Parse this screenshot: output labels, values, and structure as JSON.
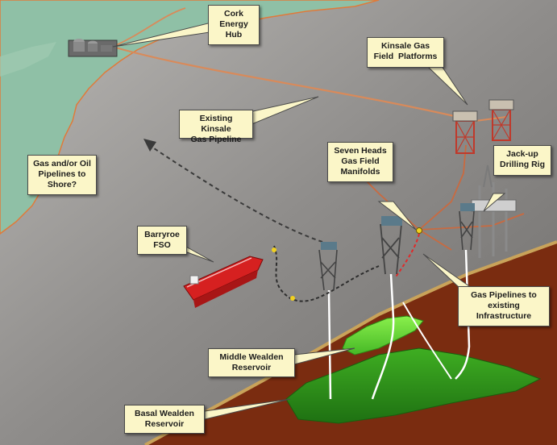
{
  "labels": {
    "cork_hub": [
      "Cork",
      "Energy",
      "Hub"
    ],
    "kinsale_platforms": [
      "Kinsale Gas",
      "Field  Platforms"
    ],
    "kinsale_pipeline": [
      "Existing Kinsale",
      "Gas Pipeline"
    ],
    "pipelines_to_shore": [
      "Gas and/or Oil",
      "Pipelines to",
      "Shore?"
    ],
    "seven_heads": [
      "Seven Heads",
      "Gas Field",
      "Manifolds"
    ],
    "jackup_rig": [
      "Jack-up",
      "Drilling Rig"
    ],
    "barryroe_fso": [
      "Barryroe",
      "FSO"
    ],
    "gas_pipelines_infra": [
      "Gas Pipelines to",
      "existing",
      "Infrastructure"
    ],
    "middle_wealden": [
      "Middle Wealden",
      "Reservoir"
    ],
    "basal_wealden": [
      "Basal Wealden",
      "Reservoir"
    ]
  },
  "colors": {
    "land": "#8fc0a6",
    "sea": "#8d8b89",
    "seabed": "#7a2c10",
    "reservoir_light": "#6fdc3a",
    "reservoir_dark": "#2f9a1c",
    "pipeline": "#d98a5a",
    "callout_fill": "#fbf6c8",
    "fso_hull": "#d62020"
  }
}
